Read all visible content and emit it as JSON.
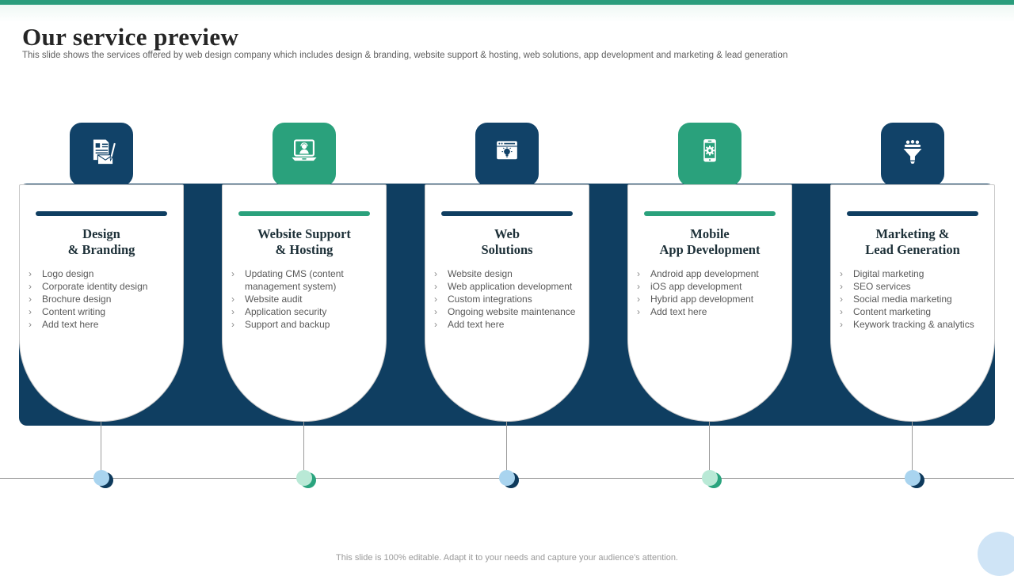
{
  "slide": {
    "title": "Our service preview",
    "subtitle": "This slide shows the services offered by web design company which includes design & branding, website support & hosting, web solutions, app development and marketing & lead generation",
    "footer": "This slide is 100% editable. Adapt it to your needs and capture your audience's attention."
  },
  "ui": {
    "bullet": "›"
  },
  "colors": {
    "navy_panel": "#0f3e61",
    "navy_badge": "#114268",
    "green": "#2aa17c",
    "top_bar": "#2a9d7c",
    "dot_blue": "#a9d4ef",
    "dot_blue_shadow": "#0e3a5c",
    "dot_green": "#b9e9d6",
    "dot_green_shadow": "#2aa47e",
    "corner_circle": "#cfe4f6"
  },
  "services": [
    {
      "icon": "branding-document-icon",
      "theme": "navy",
      "title_line1": "Design",
      "title_line2": "& Branding",
      "items": [
        "Logo design",
        "Corporate identity design",
        "Brochure design",
        "Content writing",
        "Add text here"
      ]
    },
    {
      "icon": "laptop-support-icon",
      "theme": "green",
      "title_line1": "Website Support",
      "title_line2": "& Hosting",
      "items": [
        "Updating CMS (content management system)",
        "Website audit",
        "Application security",
        "Support and backup"
      ]
    },
    {
      "icon": "browser-idea-icon",
      "theme": "navy",
      "title_line1": "Web",
      "title_line2": "Solutions",
      "items": [
        "Website design",
        "Web application development",
        "Custom integrations",
        "Ongoing website maintenance",
        "Add text here"
      ]
    },
    {
      "icon": "mobile-gear-icon",
      "theme": "green",
      "title_line1": "Mobile",
      "title_line2": "App Development",
      "items": [
        "Android app development",
        "iOS app development",
        "Hybrid app development",
        "Add text here"
      ]
    },
    {
      "icon": "lead-funnel-icon",
      "theme": "navy",
      "title_line1": "Marketing &",
      "title_line2": "Lead Generation",
      "items": [
        "Digital marketing",
        "SEO services",
        "Social media marketing",
        "Content marketing",
        "Keywork tracking & analytics"
      ]
    }
  ]
}
